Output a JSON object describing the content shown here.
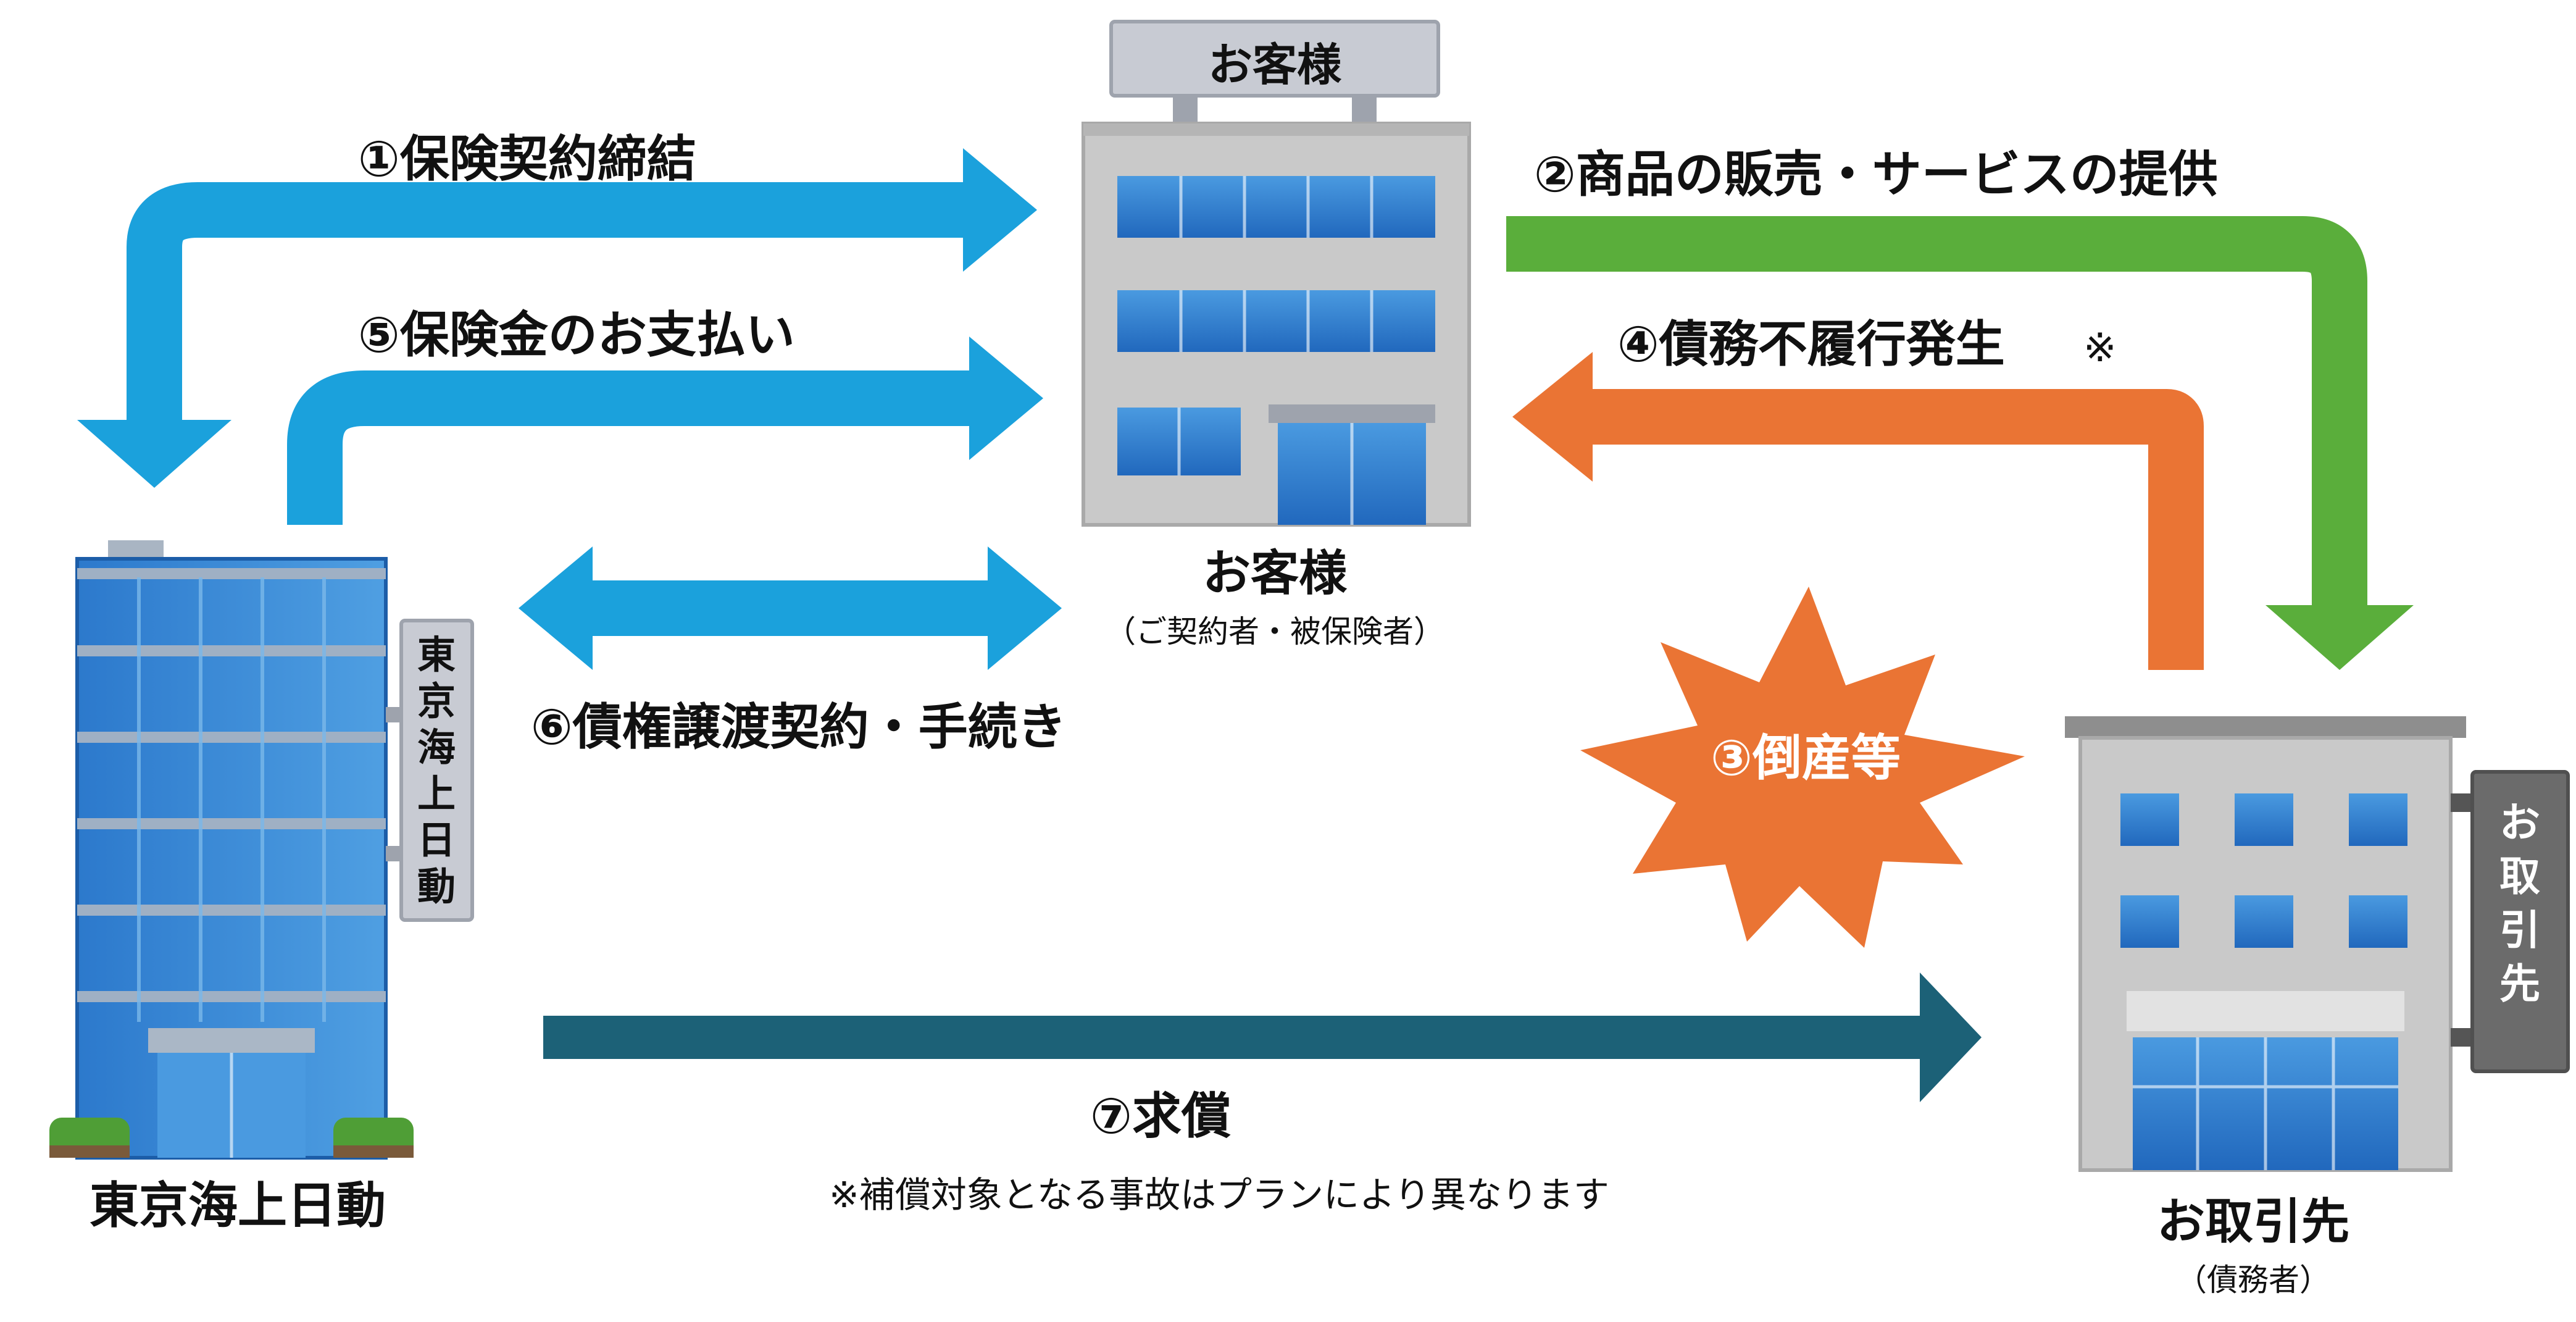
{
  "buildings": {
    "customer": {
      "sign": "お客様",
      "name": "お客様",
      "sub": "（ご契約者・被保険者）"
    },
    "insurer": {
      "sign": [
        "東",
        "京",
        "海",
        "上",
        "日",
        "動"
      ],
      "name": "東京海上日動"
    },
    "partner": {
      "sign": [
        "お",
        "取",
        "引",
        "先"
      ],
      "name": "お取引先",
      "sub": "（債務者）"
    }
  },
  "flows": {
    "step1": "①保険契約締結",
    "step2": "②商品の販売・サービスの提供",
    "step3": "③倒産等",
    "step4": "④債務不履行発生",
    "step4_mark": "※",
    "step5": "⑤保険金のお支払い",
    "step6": "⑥債権譲渡契約・手続き",
    "step7": "⑦求償"
  },
  "footnote": "※補償対象となる事故はプランにより異なります",
  "colors": {
    "blue_arrow": "#1ba1dc",
    "green_arrow": "#5aae3b",
    "orange_arrow": "#ea7434",
    "navy_arrow": "#1c6177",
    "building_gray": "#c9c9c9",
    "window_blue": "#2f7fcf"
  }
}
